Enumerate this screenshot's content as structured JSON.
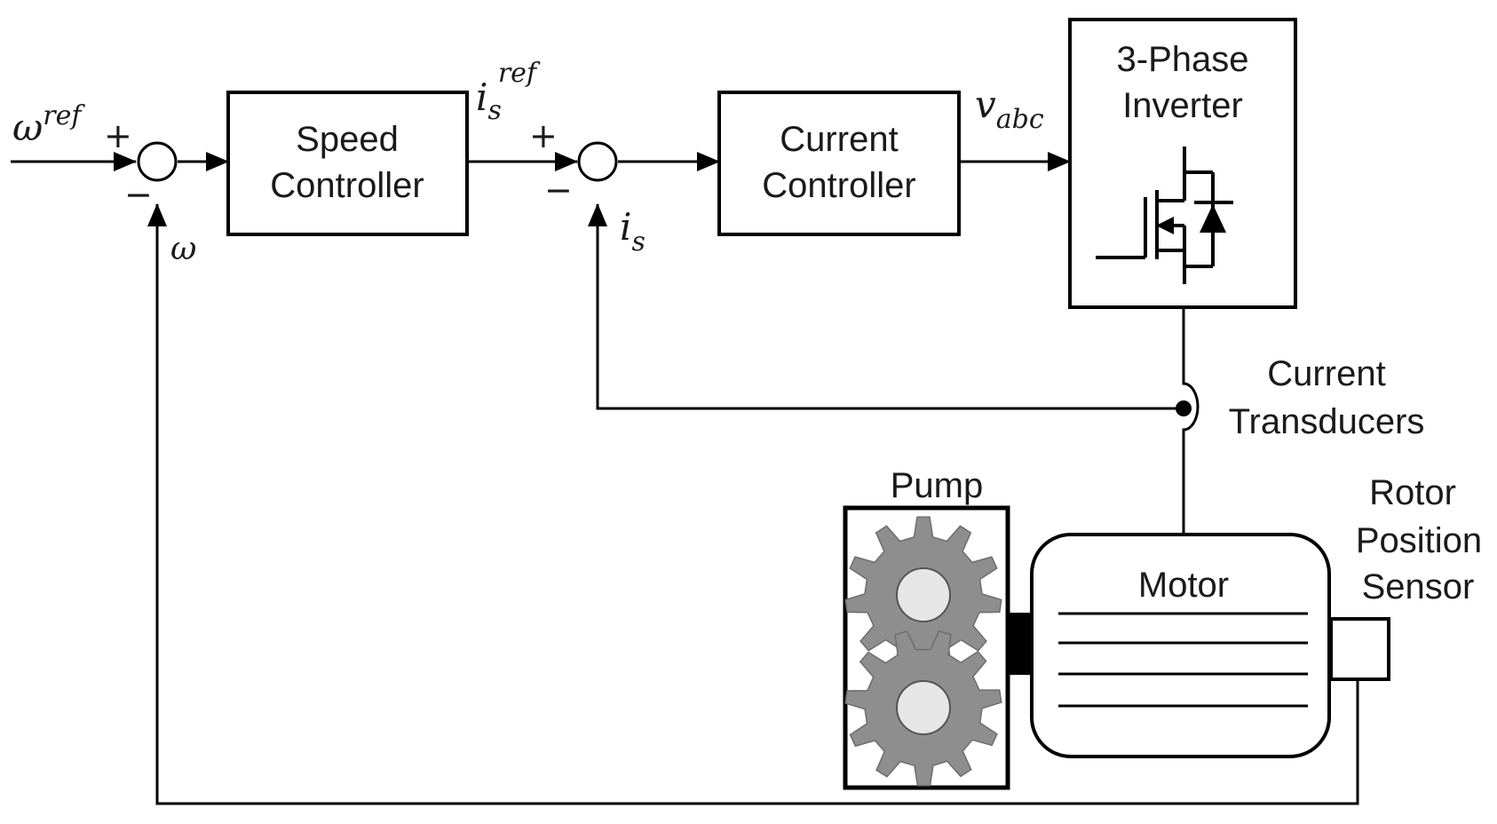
{
  "inputs": {
    "omega_ref": {
      "base": "ω",
      "sup": "ref"
    },
    "omega": "ω",
    "is_ref": {
      "base": "i",
      "sub": "s",
      "sup": "ref"
    },
    "is": {
      "base": "i",
      "sub": "s"
    },
    "v_abc": {
      "base": "v",
      "sub": "abc"
    }
  },
  "signs": {
    "sum1_plus": "+",
    "sum1_minus": "−",
    "sum2_plus": "+",
    "sum2_minus": "−"
  },
  "blocks": {
    "speed_controller": [
      "Speed",
      "Controller"
    ],
    "current_controller": [
      "Current",
      "Controller"
    ],
    "inverter": [
      "3-Phase",
      "Inverter"
    ],
    "motor": "Motor",
    "pump": "Pump"
  },
  "labels": {
    "current_transducers": [
      "Current",
      "Transducers"
    ],
    "rotor_position_sensor": [
      "Rotor",
      "Position",
      "Sensor"
    ]
  },
  "icons": {
    "inverter_switch": "mosfet-with-diode-icon",
    "pump_gears": "gear-pair-icon"
  },
  "colors": {
    "line": "#000000",
    "gear": "#8e8e8e"
  }
}
